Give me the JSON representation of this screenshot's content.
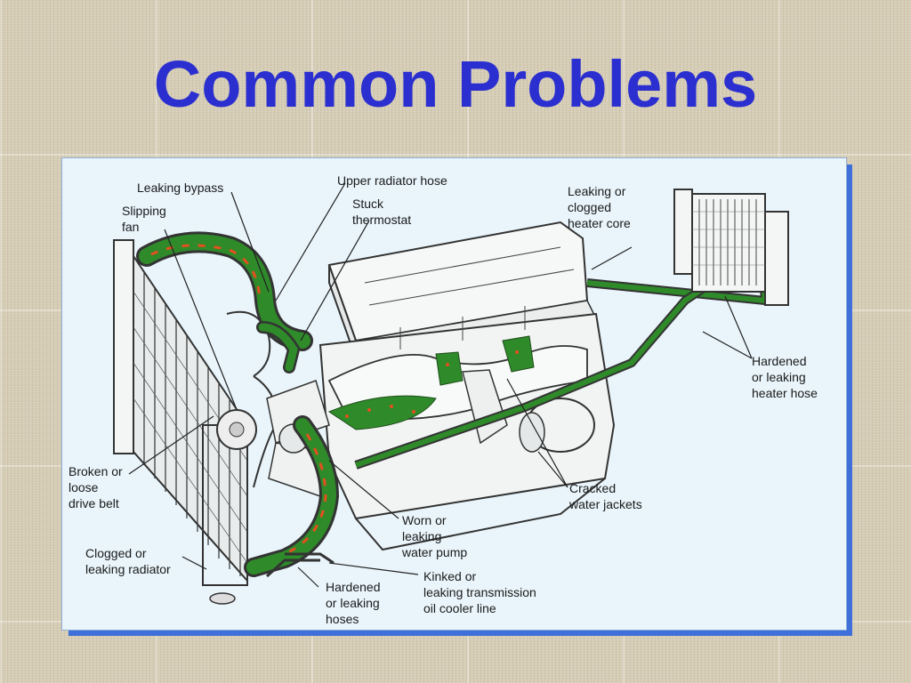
{
  "slide": {
    "title": "Common Problems"
  },
  "diagram": {
    "labels": {
      "leaking_bypass": "Leaking bypass",
      "upper_radiator_hose": "Upper radiator hose",
      "stuck_thermostat": [
        "Stuck",
        "thermostat"
      ],
      "slipping_fan": [
        "Slipping",
        "fan"
      ],
      "heater_core": [
        "Leaking or",
        "clogged",
        "heater core"
      ],
      "heater_hose": [
        "Hardened",
        "or leaking",
        "heater hose"
      ],
      "drive_belt": [
        "Broken or",
        "loose",
        "drive belt"
      ],
      "radiator": [
        "Clogged or",
        "leaking radiator"
      ],
      "water_jackets": [
        "Cracked",
        "water jackets"
      ],
      "water_pump": [
        "Worn or",
        "leaking",
        "water pump"
      ],
      "cooler_line": [
        "Kinked or",
        "leaking transmission",
        "oil cooler line"
      ],
      "hoses": [
        "Hardened",
        "or leaking",
        "hoses"
      ]
    },
    "colors": {
      "title": "#2b2fd0",
      "coolant": "#2f8a2a",
      "coolant_accent": "#e2501f",
      "panel_shadow": "#3f6fd8"
    }
  }
}
